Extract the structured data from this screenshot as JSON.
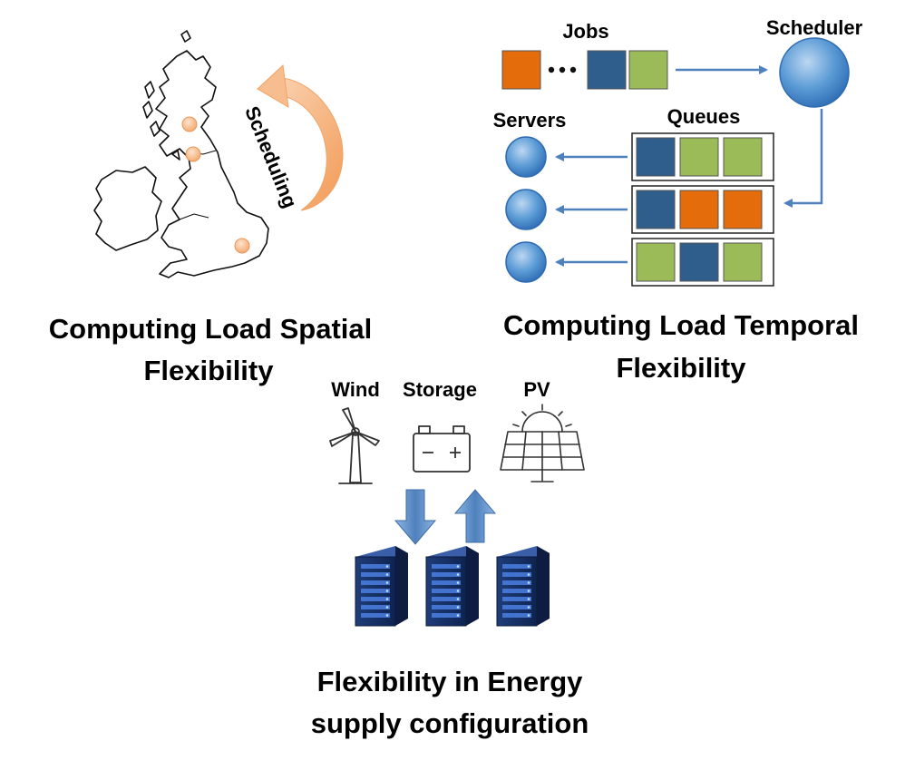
{
  "spatial": {
    "arrow_label": "Scheduling",
    "caption_line1": "Computing Load Spatial",
    "caption_line2": "Flexibility"
  },
  "temporal": {
    "jobs_label": "Jobs",
    "scheduler_label": "Scheduler",
    "servers_label": "Servers",
    "queues_label": "Queues",
    "caption_line1": "Computing Load Temporal",
    "caption_line2": "Flexibility",
    "jobs_sequence": [
      "orange",
      "ellipsis",
      "blue",
      "green"
    ],
    "queues": [
      [
        "blue",
        "green",
        "green"
      ],
      [
        "blue",
        "orange",
        "orange"
      ],
      [
        "green",
        "blue",
        "green"
      ]
    ]
  },
  "energy": {
    "wind_label": "Wind",
    "storage_label": "Storage",
    "pv_label": "PV",
    "caption_line1": "Flexibility in Energy",
    "caption_line2": "supply configuration",
    "icons": [
      "wind-turbine-icon",
      "battery-icon",
      "solar-panel-icon",
      "server-rack-icon"
    ]
  },
  "colors": {
    "orange": "#e46c0a",
    "blue": "#2f5d8c",
    "green": "#9bbb59",
    "arrow": "#4f81bd",
    "node": "#5b9bd5",
    "map_dot": "#f4b183",
    "schedule_arrow": "#f4b183"
  }
}
